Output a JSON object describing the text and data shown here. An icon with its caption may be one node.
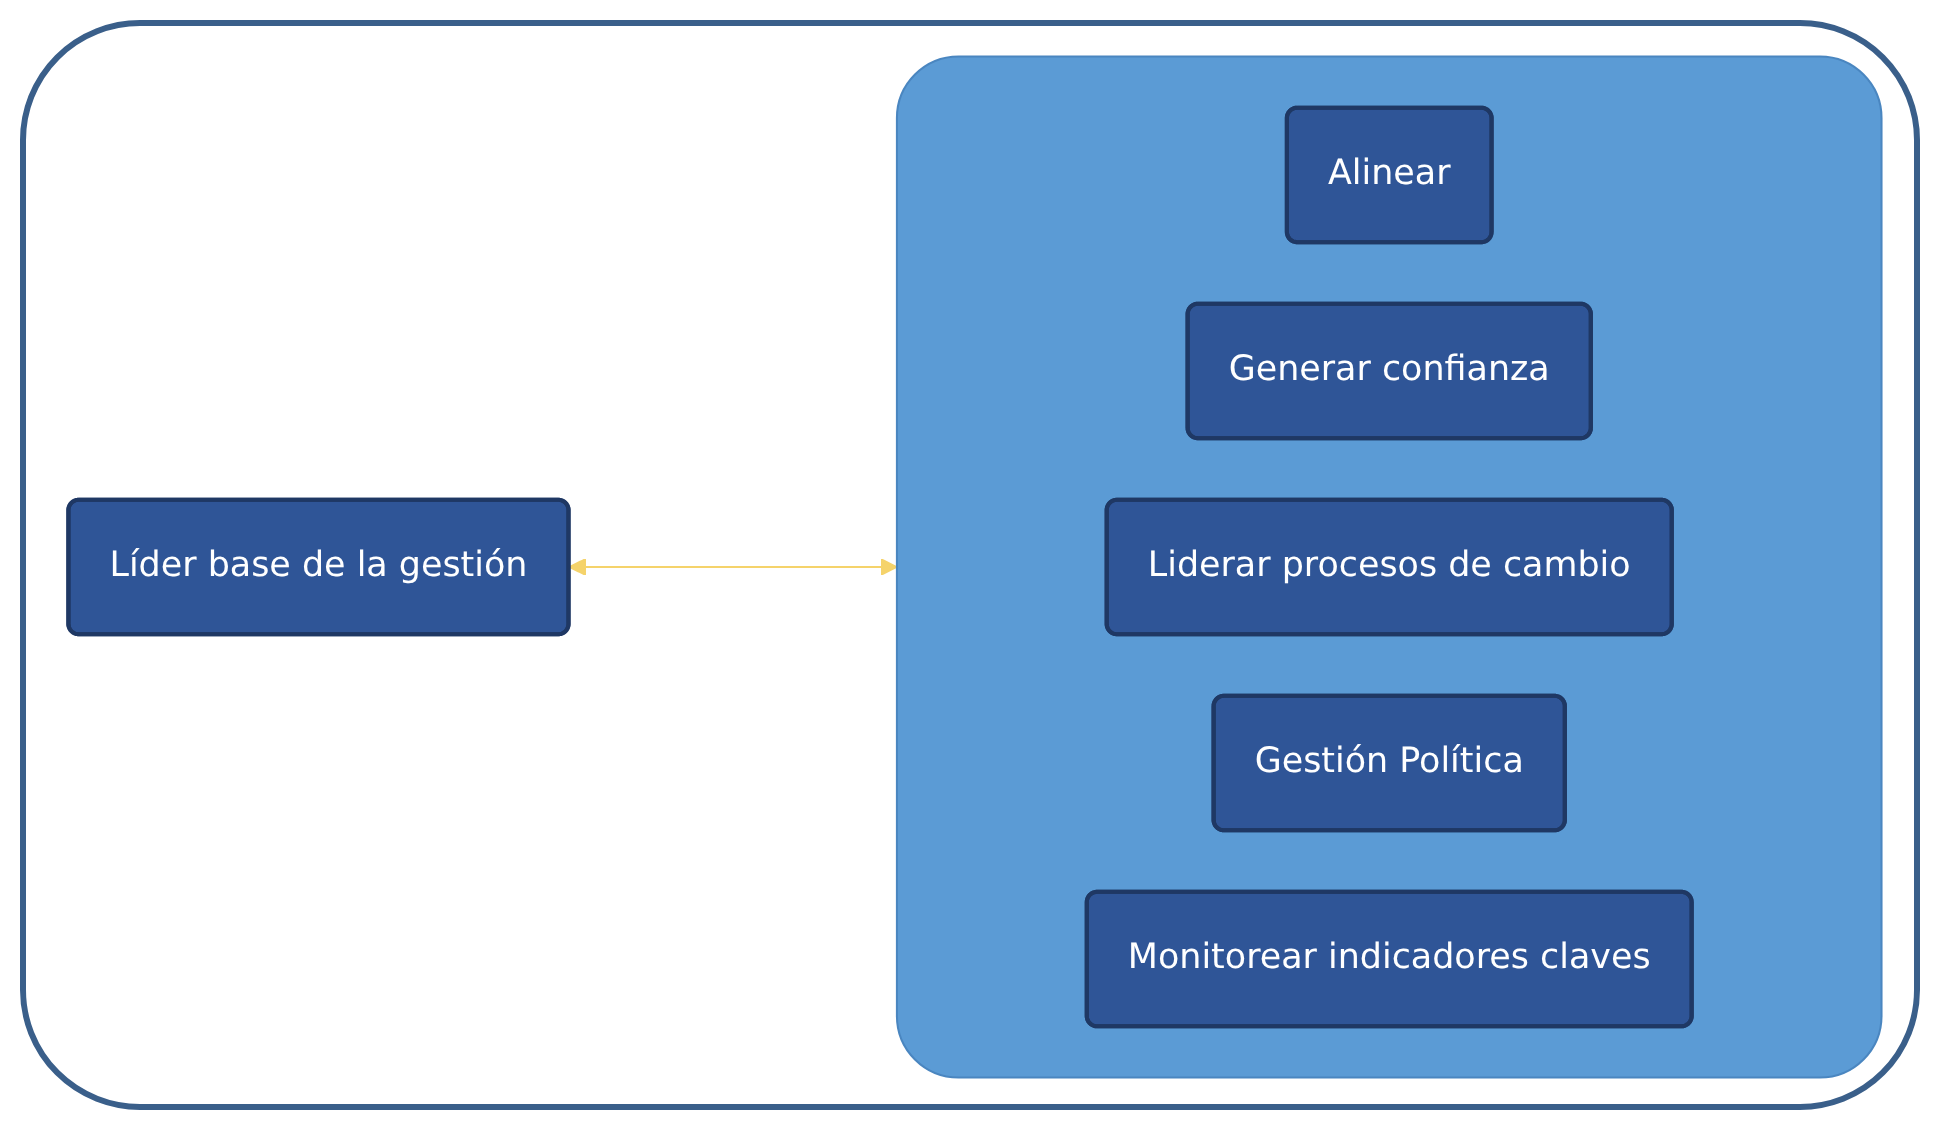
{
  "diagram": {
    "nodes": [
      {
        "text": [
          "Líder base de la gestión"
        ]
      },
      {
        "text": [],
        "shape": "box"
      },
      {
        "text": [
          "Alinear"
        ],
        "in": 1
      },
      {
        "text": [
          "Generar confianza"
        ],
        "in": 1
      },
      {
        "text": [
          "Liderar procesos de cambio"
        ],
        "in": 1
      },
      {
        "text": [
          "Gestión Política"
        ],
        "in": 1
      },
      {
        "text": [
          "Monitorear indicadores claves"
        ],
        "in": 1
      }
    ],
    "edges": [
      {
        "from": 0,
        "to": 1,
        "arrow": "both",
        "color": "#f5d36b"
      }
    ]
  }
}
